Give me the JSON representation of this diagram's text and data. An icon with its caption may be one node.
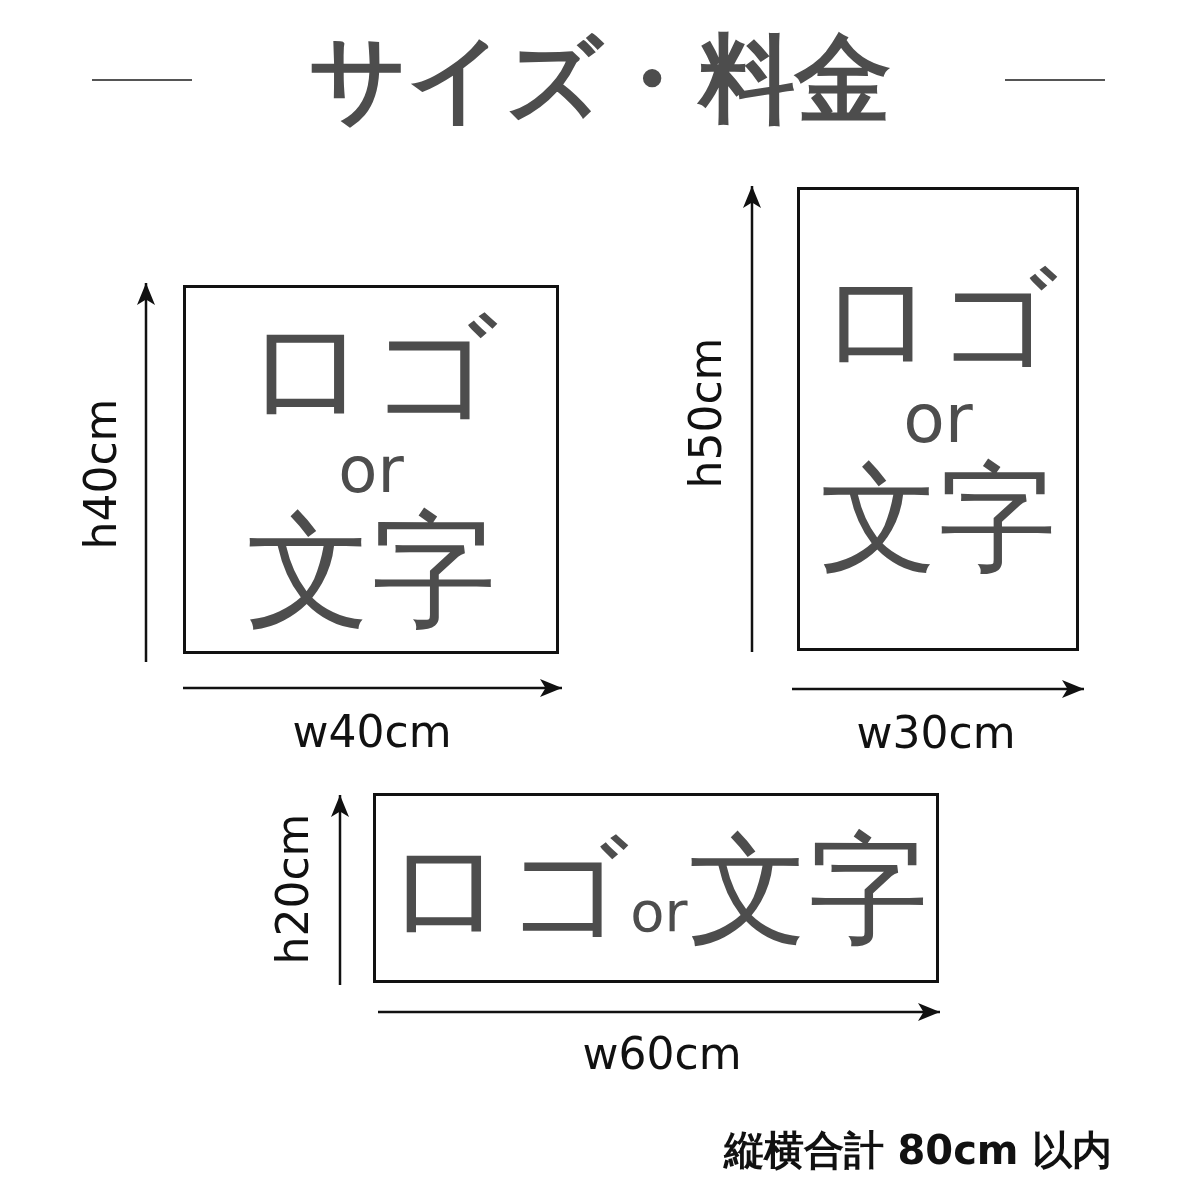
{
  "diagram": {
    "title": "サイズ・料金",
    "nodes": [
      {
        "text": [
          "ロゴ",
          "or",
          "文字"
        ]
      },
      {
        "text": [
          "ロゴ",
          "or",
          "文字"
        ]
      },
      {
        "text": [
          "ロゴ",
          "or",
          "文字"
        ]
      }
    ],
    "labels": [
      "h40cm",
      "w40cm",
      "h50cm",
      "w30cm",
      "h20cm",
      "w60cm",
      "縦横合計 80cm 以内"
    ]
  }
}
